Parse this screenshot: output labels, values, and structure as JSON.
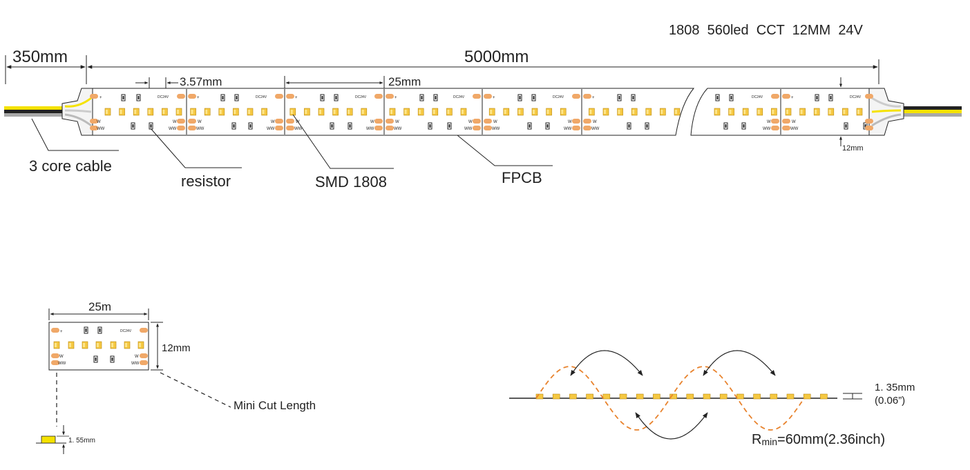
{
  "title": "1808  560led  CCT  12MM  24V",
  "dimensions": {
    "cable_length": "350mm",
    "strip_length": "5000mm",
    "led_pitch": "3.57mm",
    "cut_pitch": "25mm",
    "width_small": "12mm"
  },
  "callouts": {
    "cable": "3 core cable",
    "resistor": "resistor",
    "smd": "SMD 1808",
    "fpcb": "FPCB"
  },
  "pcb_marks": {
    "voltage": "DC24V",
    "plus": "+",
    "w": "W",
    "ww": "WW"
  },
  "mini_cut": {
    "length": "25m",
    "width": "12mm",
    "label": "Mini Cut Length",
    "led_height": "1. 55mm"
  },
  "bend": {
    "thickness": "1. 35mm",
    "thickness_inch": "(0.06”)",
    "rmin_prefix": "R",
    "rmin_sub": "min",
    "rmin_value": "=60mm(2.36inch)"
  },
  "colors": {
    "pad": "#f0a868",
    "led": "#f5c842",
    "led_light": "#fde58a",
    "wave": "#e8822c",
    "outline": "#222222",
    "cable_yellow": "#f5e200",
    "cable_grey": "#a8a8a8"
  }
}
